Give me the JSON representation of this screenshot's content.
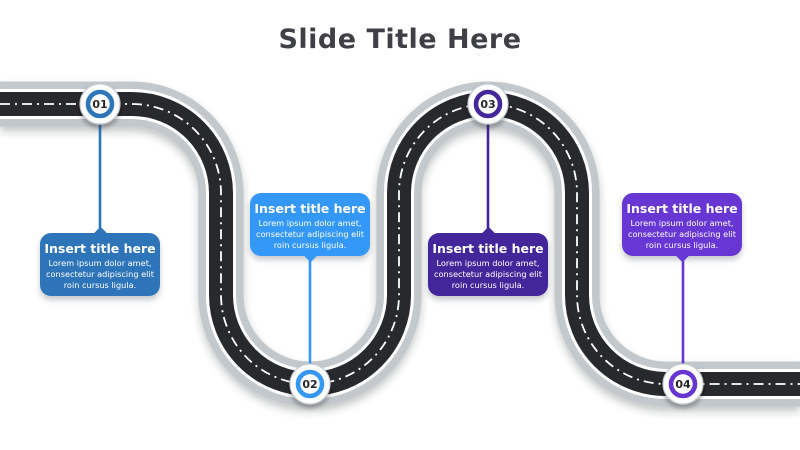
{
  "title": "Slide Title Here",
  "road": {
    "asphalt_color": "#28292c",
    "border_color": "#c2c8cc",
    "line_color": "#ffffff"
  },
  "steps": [
    {
      "number": "01",
      "color": "#2e74b9",
      "title": "Insert title here",
      "body": "Lorem ipsum dolor amet, consectetur adipiscing elit roin cursus ligula."
    },
    {
      "number": "02",
      "color": "#3498f8",
      "title": "Insert title here",
      "body": "Lorem ipsum dolor amet, consectetur adipiscing elit roin cursus ligula."
    },
    {
      "number": "03",
      "color": "#44269b",
      "title": "Insert title here",
      "body": "Lorem ipsum dolor amet, consectetur adipiscing elit roin cursus ligula."
    },
    {
      "number": "04",
      "color": "#6736d3",
      "title": "Insert title here",
      "body": "Lorem ipsum dolor amet, consectetur adipiscing elit roin cursus ligula."
    }
  ]
}
